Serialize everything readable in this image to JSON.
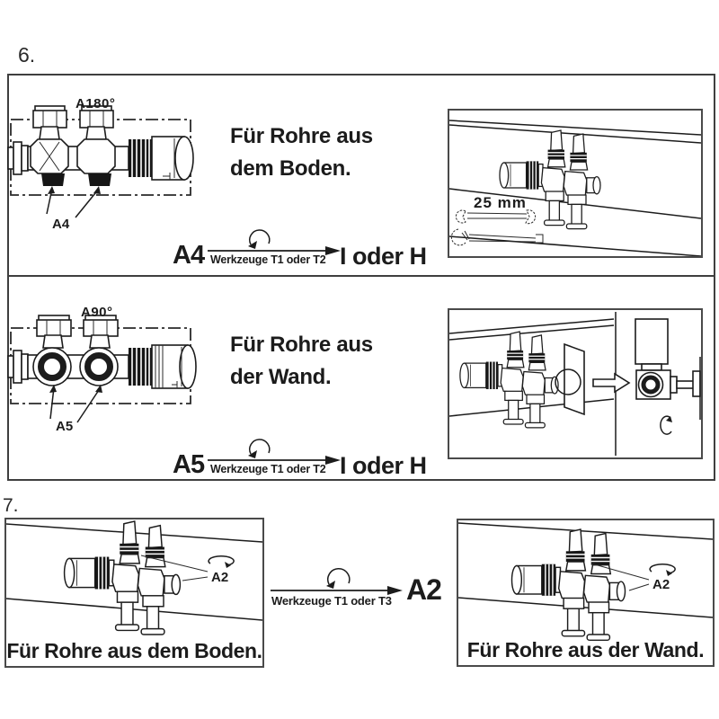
{
  "colors": {
    "ink": "#1c1c1c",
    "border": "#3f3f3f",
    "background": "#ffffff"
  },
  "step6": {
    "label": "6.",
    "row1": {
      "angle": "A180°",
      "callout": "A4",
      "desc1": "Für Rohre aus",
      "desc2": "dem Boden.",
      "formula_part": "A4",
      "formula_tools": "Werkzeuge T1 oder T2",
      "formula_result": "I oder H",
      "wrench_size": "25 mm"
    },
    "row2": {
      "angle": "A90°",
      "callout": "A5",
      "desc1": "Für Rohre aus",
      "desc2": "der Wand.",
      "formula_part": "A5",
      "formula_tools": "Werkzeuge T1 oder T2",
      "formula_result": "I oder H"
    }
  },
  "step7": {
    "label": "7.",
    "formula_tools": "Werkzeuge T1 oder T3",
    "formula_result": "A2",
    "left": {
      "callout": "A2",
      "caption": "Für Rohre aus dem Boden."
    },
    "right": {
      "callout": "A2",
      "caption": "Für Rohre aus der Wand."
    }
  }
}
